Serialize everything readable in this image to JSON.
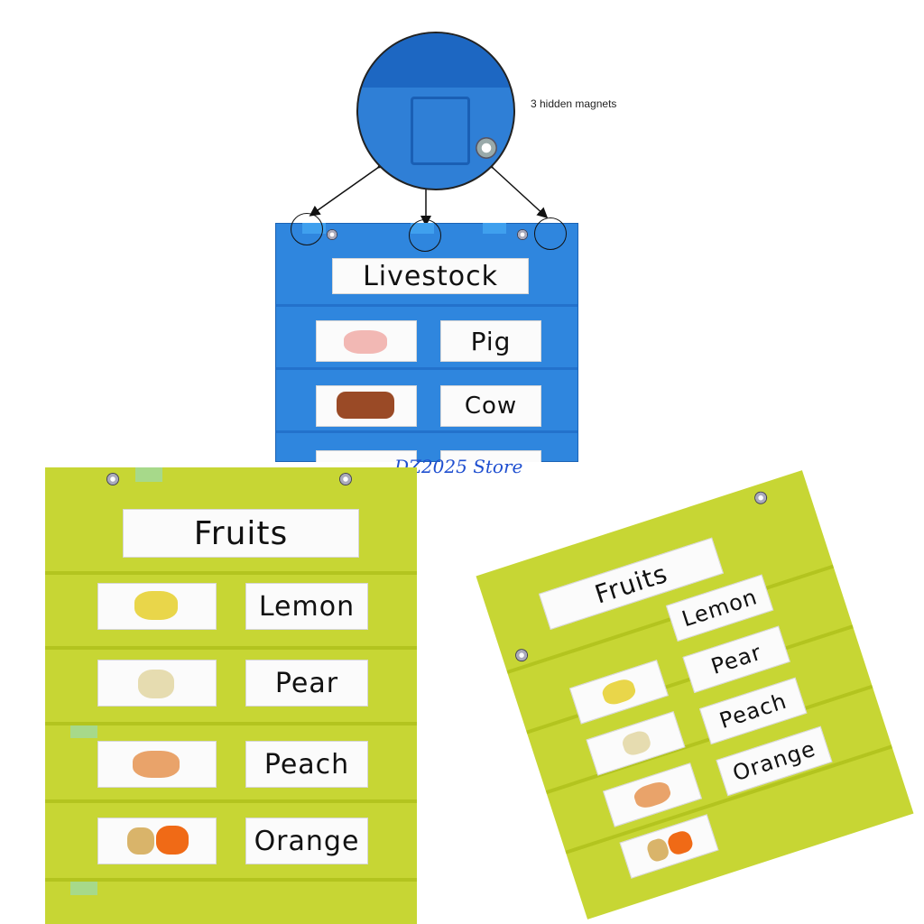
{
  "callout": {
    "label": "3 hidden magnets"
  },
  "blue_chart": {
    "title": "Livestock",
    "rows": [
      {
        "picture": "pig-picture",
        "word": "Pig"
      },
      {
        "picture": "cow-picture",
        "word": "Cow"
      }
    ],
    "color": "#2f86de"
  },
  "watermark": "DZ2025 Store",
  "green_chart_front": {
    "title": "Fruits",
    "rows": [
      {
        "picture": "lemon-picture",
        "word": "Lemon"
      },
      {
        "picture": "pear-picture",
        "word": "Pear"
      },
      {
        "picture": "peach-picture",
        "word": "Peach"
      },
      {
        "picture": "orange-picture",
        "word": "Orange"
      }
    ],
    "color": "#c7d634"
  },
  "green_chart_tilted": {
    "title": "Fruits",
    "words": [
      "Lemon",
      "Pear",
      "Peach",
      "Orange"
    ]
  }
}
